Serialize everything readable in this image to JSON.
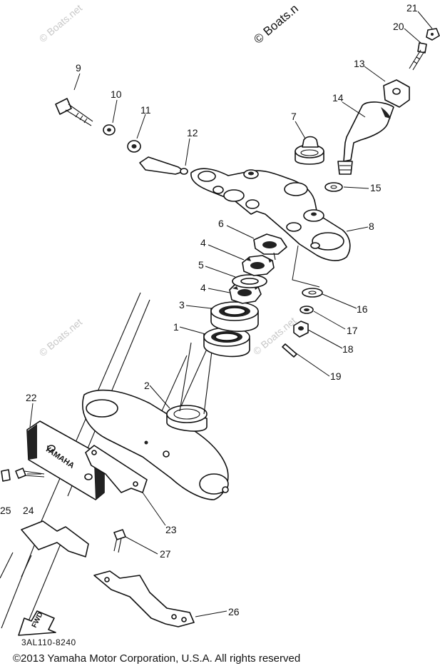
{
  "watermarks": {
    "top_dark": "© Boats.n",
    "faint": "© Boats.net"
  },
  "callouts": [
    "1",
    "2",
    "3",
    "4",
    "4",
    "5",
    "6",
    "7",
    "8",
    "9",
    "10",
    "11",
    "12",
    "13",
    "14",
    "15",
    "16",
    "17",
    "18",
    "19",
    "20",
    "21",
    "22",
    "23",
    "24",
    "25",
    "26",
    "27"
  ],
  "bracket_emblem": "YAMAHA",
  "fwd_arrow_label": "FWD",
  "catalog_code": "3AL110-8240",
  "copyright": "©2013 Yamaha Motor Corporation, U.S.A. All rights reserved"
}
